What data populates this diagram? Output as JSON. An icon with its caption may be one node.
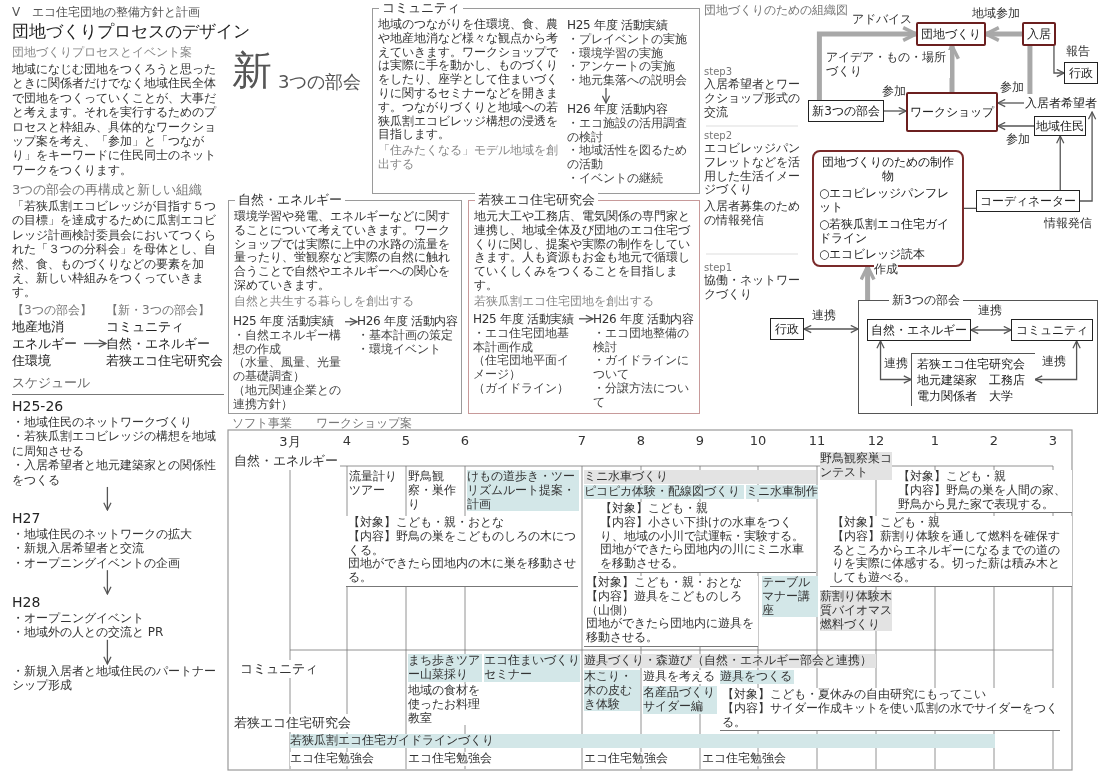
{
  "diagram": {
    "title": "団地づくりプロセスのデザイン",
    "nodes": [
      {
        "text": [
          "地産地消",
          "エネルギー",
          "住環境"
        ]
      },
      {
        "text": [
          "コミュニティ",
          "自然・エネルギー",
          "若狭エコ住宅研究会"
        ]
      },
      {
        "text": [
          "コミュニティ",
          "地域のつながりを住環境、食、農や地産地消など様々な観点から考えていきます。ワークショップでは実際に手を動かし、ものづくりをしたり、座学として住まいづくりに関するセミナーなどを開きます。つながりづくりと地域への若狭瓜割エコビレッジ構想の浸透を目指します。",
          "「住みたくなる」モデル地域を創出する"
        ]
      },
      {
        "text": [
          "H25 年度 活動実績",
          "・プレイベントの実施",
          "・環境学習の実施",
          "・アンケートの実施",
          "・地元集落への説明会"
        ],
        "in": 2
      },
      {
        "text": [
          "H26 年度 活動内容",
          "・エコ施設の活用調査の検討",
          "・地域活性を図るための活動",
          "・イベントの継続"
        ],
        "in": 2
      },
      {
        "text": [
          "自然・エネルギー",
          "環境学習や発電、エネルギーなどに関することについて考えていきます。ワークショップでは実際に上中の水路の流量を量ったり、蛍観察など実際の自然に触れ合うことで自然やエネルギーへの関心を深めていきます。",
          "自然と共生する暮らしを創出する"
        ]
      },
      {
        "text": [
          "H25 年度 活動実績",
          "・自然エネルギー構想の作成",
          "（水量、風量、光量の基礎調査）",
          "（地元関連企業との連携方針）"
        ],
        "in": 5
      },
      {
        "text": [
          "H26 年度 活動内容",
          "・基本計画の策定",
          "・環境イベント"
        ],
        "in": 5
      },
      {
        "text": [
          "若狭エコ住宅研究会",
          "地元大工や工務店、電気関係の専門家と連携し、地域全体及び団地のエコ住宅づくりに関し、提案や実際の制作をしていきます。人も資源もお金も地元で循環していくしくみをつくることを目指します。",
          "若狭瓜割エコ住宅団地を創出する"
        ]
      },
      {
        "text": [
          "H25 年度 活動実績",
          "・エコ住宅団地基本計画作成",
          "（住宅団地平面イメージ）",
          "（ガイドライン）"
        ],
        "in": 8
      },
      {
        "text": [
          "H26 年度 活動内容",
          "・エコ団地整備の検討",
          "・ガイドラインについて",
          "・分譲方法について"
        ],
        "in": 8
      },
      {
        "text": [
          "団地づくり"
        ]
      },
      {
        "text": [
          "入居"
        ]
      },
      {
        "text": [
          "行政"
        ]
      },
      {
        "text": [
          "新3つの部会"
        ]
      },
      {
        "text": [
          "ワークショップ"
        ]
      },
      {
        "text": [
          "入居者希望者"
        ]
      },
      {
        "text": [
          "地域住民"
        ]
      },
      {
        "text": [
          "団地づくりのための制作物",
          "○エコビレッジパンフレット",
          "○若狭瓜割エコ住宅ガイドライン",
          "○エコビレッジ読本"
        ]
      },
      {
        "text": [
          "コーディネーター"
        ]
      },
      {
        "text": [
          "行政"
        ]
      },
      {
        "text": [
          "新3つの部会"
        ]
      },
      {
        "text": [
          "自然・エネルギー"
        ],
        "in": 21
      },
      {
        "text": [
          "コミュニティ"
        ],
        "in": 21
      },
      {
        "text": [
          "若狭エコ住宅研究会",
          "地元建築家　工務店",
          "電力関係者　大学"
        ],
        "in": 21
      },
      {
        "text": [
          "H25-26",
          "・地域住民のネットワークづくり",
          "・若狭瓜割エコビレッジの構想を地域に周知させる",
          "・入居希望者と地元建築家との関係性をつくる"
        ]
      },
      {
        "text": [
          "H27",
          "・地域住民のネットワークの拡大",
          "・新規入居希望者と交流",
          "・オープニングイベントの企画"
        ]
      },
      {
        "text": [
          "H28",
          "・オープニングイベント",
          "・地域外の人との交流と PR"
        ]
      },
      {
        "text": [
          "・新規入居者と地域住民のパートナーシップ形成"
        ]
      },
      {
        "text": [
          "【対象】こども・親・おとな",
          "【内容】野鳥の巣をこどものしろの木につくる。",
          "団地ができたら団地内の木に巣を移動させる。"
        ]
      },
      {
        "text": [
          "【対象】こども・親",
          "【内容】小さい下掛けの水車をつくり、地域の小川で試運転・実験する。",
          "団地ができたら団地内の川にミニ水車を移動させる。"
        ]
      },
      {
        "text": [
          "【対象】こども・親・おとな",
          "【内容】遊具をこどものしろ（山側）",
          "団地ができたら団地内に遊具を移動させる。"
        ]
      },
      {
        "text": [
          "【対象】こども・親",
          "【内容】野鳥の巣を人間の家、野鳥から見た家で表現する。"
        ]
      },
      {
        "text": [
          "【対象】こども・親",
          "【内容】薪割り体験を通して燃料を確保するところからエネルギーになるまでの道のりを実際に体感する。切った薪は積み木としても遊べる。"
        ]
      },
      {
        "text": [
          "【対象】こども・夏休みの自由研究にもってこい",
          "【内容】サイダー作成キットを使い瓜割の水でサイダーをつくる。"
        ]
      }
    ],
    "edges": [
      {
        "from": 0,
        "to": 1,
        "arrow": "to"
      },
      {
        "from": 3,
        "to": 4,
        "arrow": "to"
      },
      {
        "from": 6,
        "to": 7,
        "arrow": "to"
      },
      {
        "from": 9,
        "to": 10,
        "arrow": "to"
      },
      {
        "from": 14,
        "to": 11,
        "arrow": "to",
        "label": "アドバイス",
        "style": "thick",
        "color": "#a8a8a8"
      },
      {
        "from": 15,
        "to": 11,
        "arrow": "to",
        "label": "アイデア・もの・場所づくり",
        "style": "thick",
        "color": "#a8a8a8"
      },
      {
        "from": 12,
        "to": 11,
        "arrow": "to",
        "label": "地域参加",
        "style": "thick",
        "color": "#a8a8a8"
      },
      {
        "from": 16,
        "to": 12,
        "arrow": "none",
        "style": "thick",
        "color": "#a8a8a8"
      },
      {
        "from": 12,
        "to": 13,
        "arrow": "to",
        "label": "報告"
      },
      {
        "from": 14,
        "to": 15,
        "arrow": "to",
        "label": "参加"
      },
      {
        "from": 16,
        "to": 15,
        "arrow": "to",
        "label": "参加"
      },
      {
        "from": 17,
        "to": 15,
        "arrow": "to",
        "label": "参加"
      },
      {
        "from": 18,
        "to": 19,
        "arrow": "none"
      },
      {
        "from": 19,
        "to": 17,
        "arrow": "to"
      },
      {
        "from": 19,
        "to": 16,
        "arrow": "to",
        "label": "情報発信"
      },
      {
        "from": 21,
        "to": 18,
        "arrow": "to",
        "label": "作成",
        "style": "thick",
        "color": "#a8a8a8"
      },
      {
        "from": 20,
        "to": 21,
        "arrow": "both",
        "label": "連携"
      },
      {
        "from": 22,
        "to": 23,
        "arrow": "both",
        "label": "連携"
      },
      {
        "from": 24,
        "to": 22,
        "arrow": "both",
        "label": "連携"
      },
      {
        "from": 24,
        "to": 23,
        "arrow": "both",
        "label": "連携"
      },
      {
        "from": 25,
        "to": 26,
        "arrow": "to"
      },
      {
        "from": 26,
        "to": 27,
        "arrow": "to"
      },
      {
        "from": 27,
        "to": 28,
        "arrow": "to"
      }
    ],
    "labels": [
      "V　エコ住宅団地の整備方針と計画",
      "団地づくりプロセスとイベント案",
      "地域になじむ団地をつくろうと思ったときに関係者だけでなく地域住民全体で団地をつくっていくことが、大事だと考えます。それを実行するためのプロセスと枠組み、具体的なワークショップ案を考え、「参加」と「つながり」をキーワードに住民同士のネットワークをつくります。",
      "3つの部会の再構成と新しい組織",
      "「若狭瓜割エコビレッジが目指す５つの目標」を達成するために瓜割エコビレッジ計画検討委員会においてつくられた「３つの分科会」を母体とし、自然、食、ものづくりなどの要素を加え、新しい枠組みをつくっていきます。",
      "【3つの部会】",
      "【新・3つの部会】",
      "新",
      "3つの部会",
      "団地づくりのための組織図",
      "step3",
      "入居希望者とワークショップ形式の交流",
      "step2",
      "エコビレッジパンフレットなどを活用した生活イメージづくり",
      "step1",
      "協働・ネットワークづくり",
      "スケジュール",
      "ソフト事業",
      "ワークショップ案",
      "3月",
      "4",
      "5",
      "6",
      "7",
      "8",
      "9",
      "10",
      "11",
      "12",
      "1",
      "2",
      "3",
      "自然・エネルギー",
      "流量計りツアー",
      "野鳥観察・巣作り",
      "けもの道歩き・ツーリズムルート提案・計画",
      "ミニ水車づくり",
      "ピコピカ体験・配線図づくり",
      "ミニ水車制作",
      "野鳥観察巣コンテスト",
      "テーブルマナー講座",
      "薪割り体験木質バイオマス燃料づくり",
      "コミュニティ",
      "まち歩きツアー山菜採り",
      "エコ住まいづくりセミナー",
      "地域の食材を使ったお料理教室",
      "遊具づくり・森遊び（自然・エネルギー部会と連携）",
      "木こり・木の皮むき体験",
      "遊具を考える",
      "遊具をつくる",
      "名産品づくりサイダー編",
      "若狭エコ住宅研究会",
      "若狭瓜割エコ住宅ガイドラインづくり",
      "エコ住宅勉強会",
      "エコ住宅勉強会",
      "エコ住宅勉強会",
      "エコ住宅勉強会",
      "入居者募集のための情報発信"
    ]
  }
}
